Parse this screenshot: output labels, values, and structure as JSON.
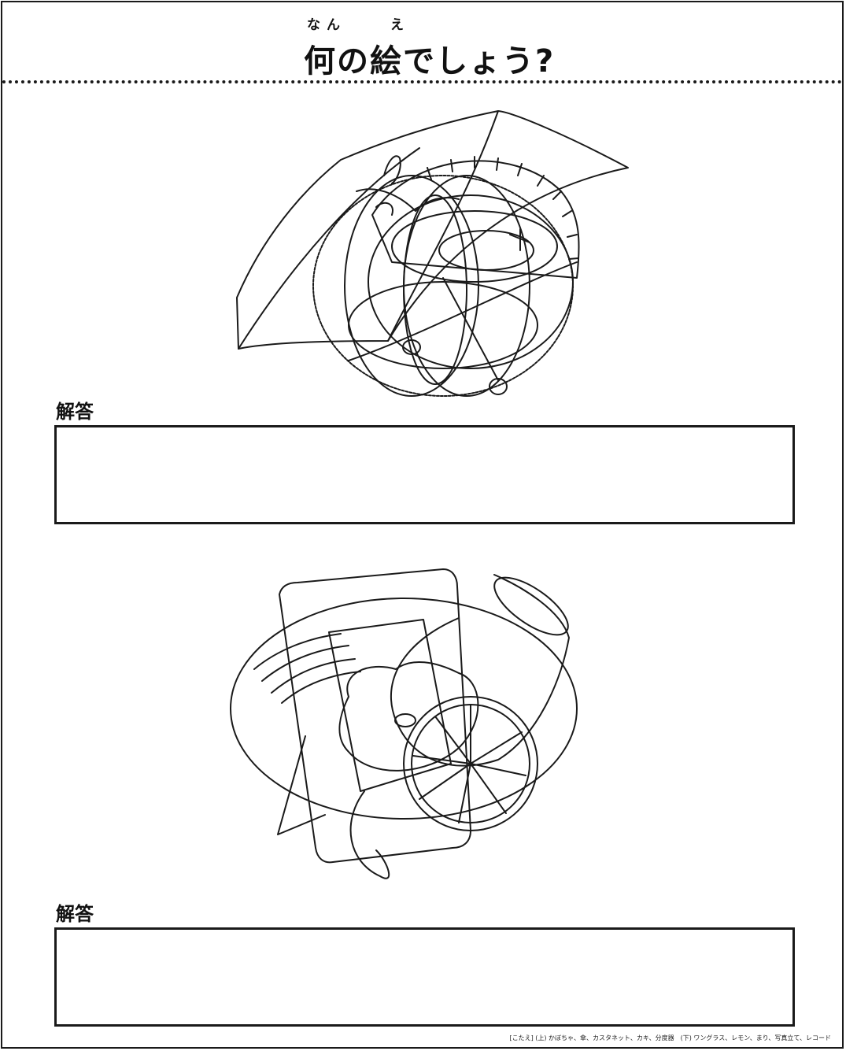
{
  "title": {
    "text": "何の絵でしょう?",
    "ruby_nan": "なん",
    "ruby_e": "え"
  },
  "questions": [
    {
      "answer_label": "解答"
    },
    {
      "answer_label": "解答"
    }
  ],
  "footer": {
    "answers_note": "[こたえ] (上) かぼちゃ、傘、カスタネット、カキ、分度器　(下) ワングラス、レモン、まり、写真立て、レコード"
  }
}
